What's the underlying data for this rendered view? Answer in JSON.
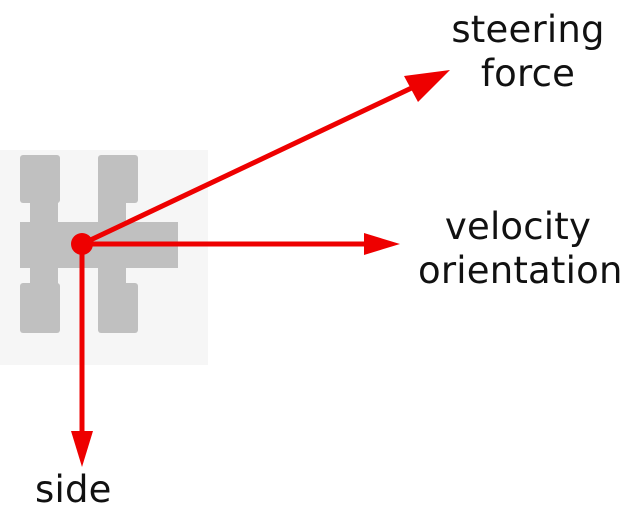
{
  "diagram": {
    "labels": {
      "steering_line1": "steering",
      "steering_line2": "force",
      "velocity_line1": "velocity",
      "velocity_line2": "orientation",
      "side": "side"
    },
    "colors": {
      "arrow": "#ee0000",
      "vehicle_body": "#c0c0c0",
      "vehicle_shadow": "#f4f4f4",
      "text": "#111111"
    },
    "icons": {
      "vehicle": "vehicle-icon",
      "origin": "origin-dot-icon"
    }
  }
}
